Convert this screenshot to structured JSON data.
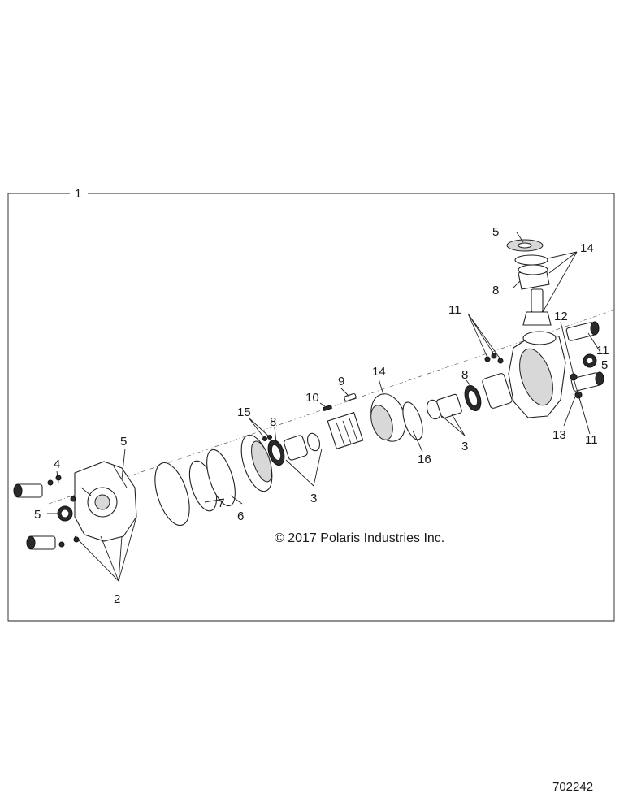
{
  "assembly_label": "1",
  "callouts": {
    "c2": "2",
    "c3a": "3",
    "c3b": "3",
    "c4": "4",
    "c5a": "5",
    "c5b": "5",
    "c5c": "5",
    "c5d": "5",
    "c6": "6",
    "c7": "7",
    "c8a": "8",
    "c8b": "8",
    "c8c": "8",
    "c9": "9",
    "c10": "10",
    "c11a": "11",
    "c11b": "11",
    "c11c": "11",
    "c12": "12",
    "c13": "13",
    "c14a": "14",
    "c14b": "14",
    "c15": "15",
    "c16": "16"
  },
  "copyright": "© 2017 Polaris Industries Inc.",
  "figure_number": "702242"
}
